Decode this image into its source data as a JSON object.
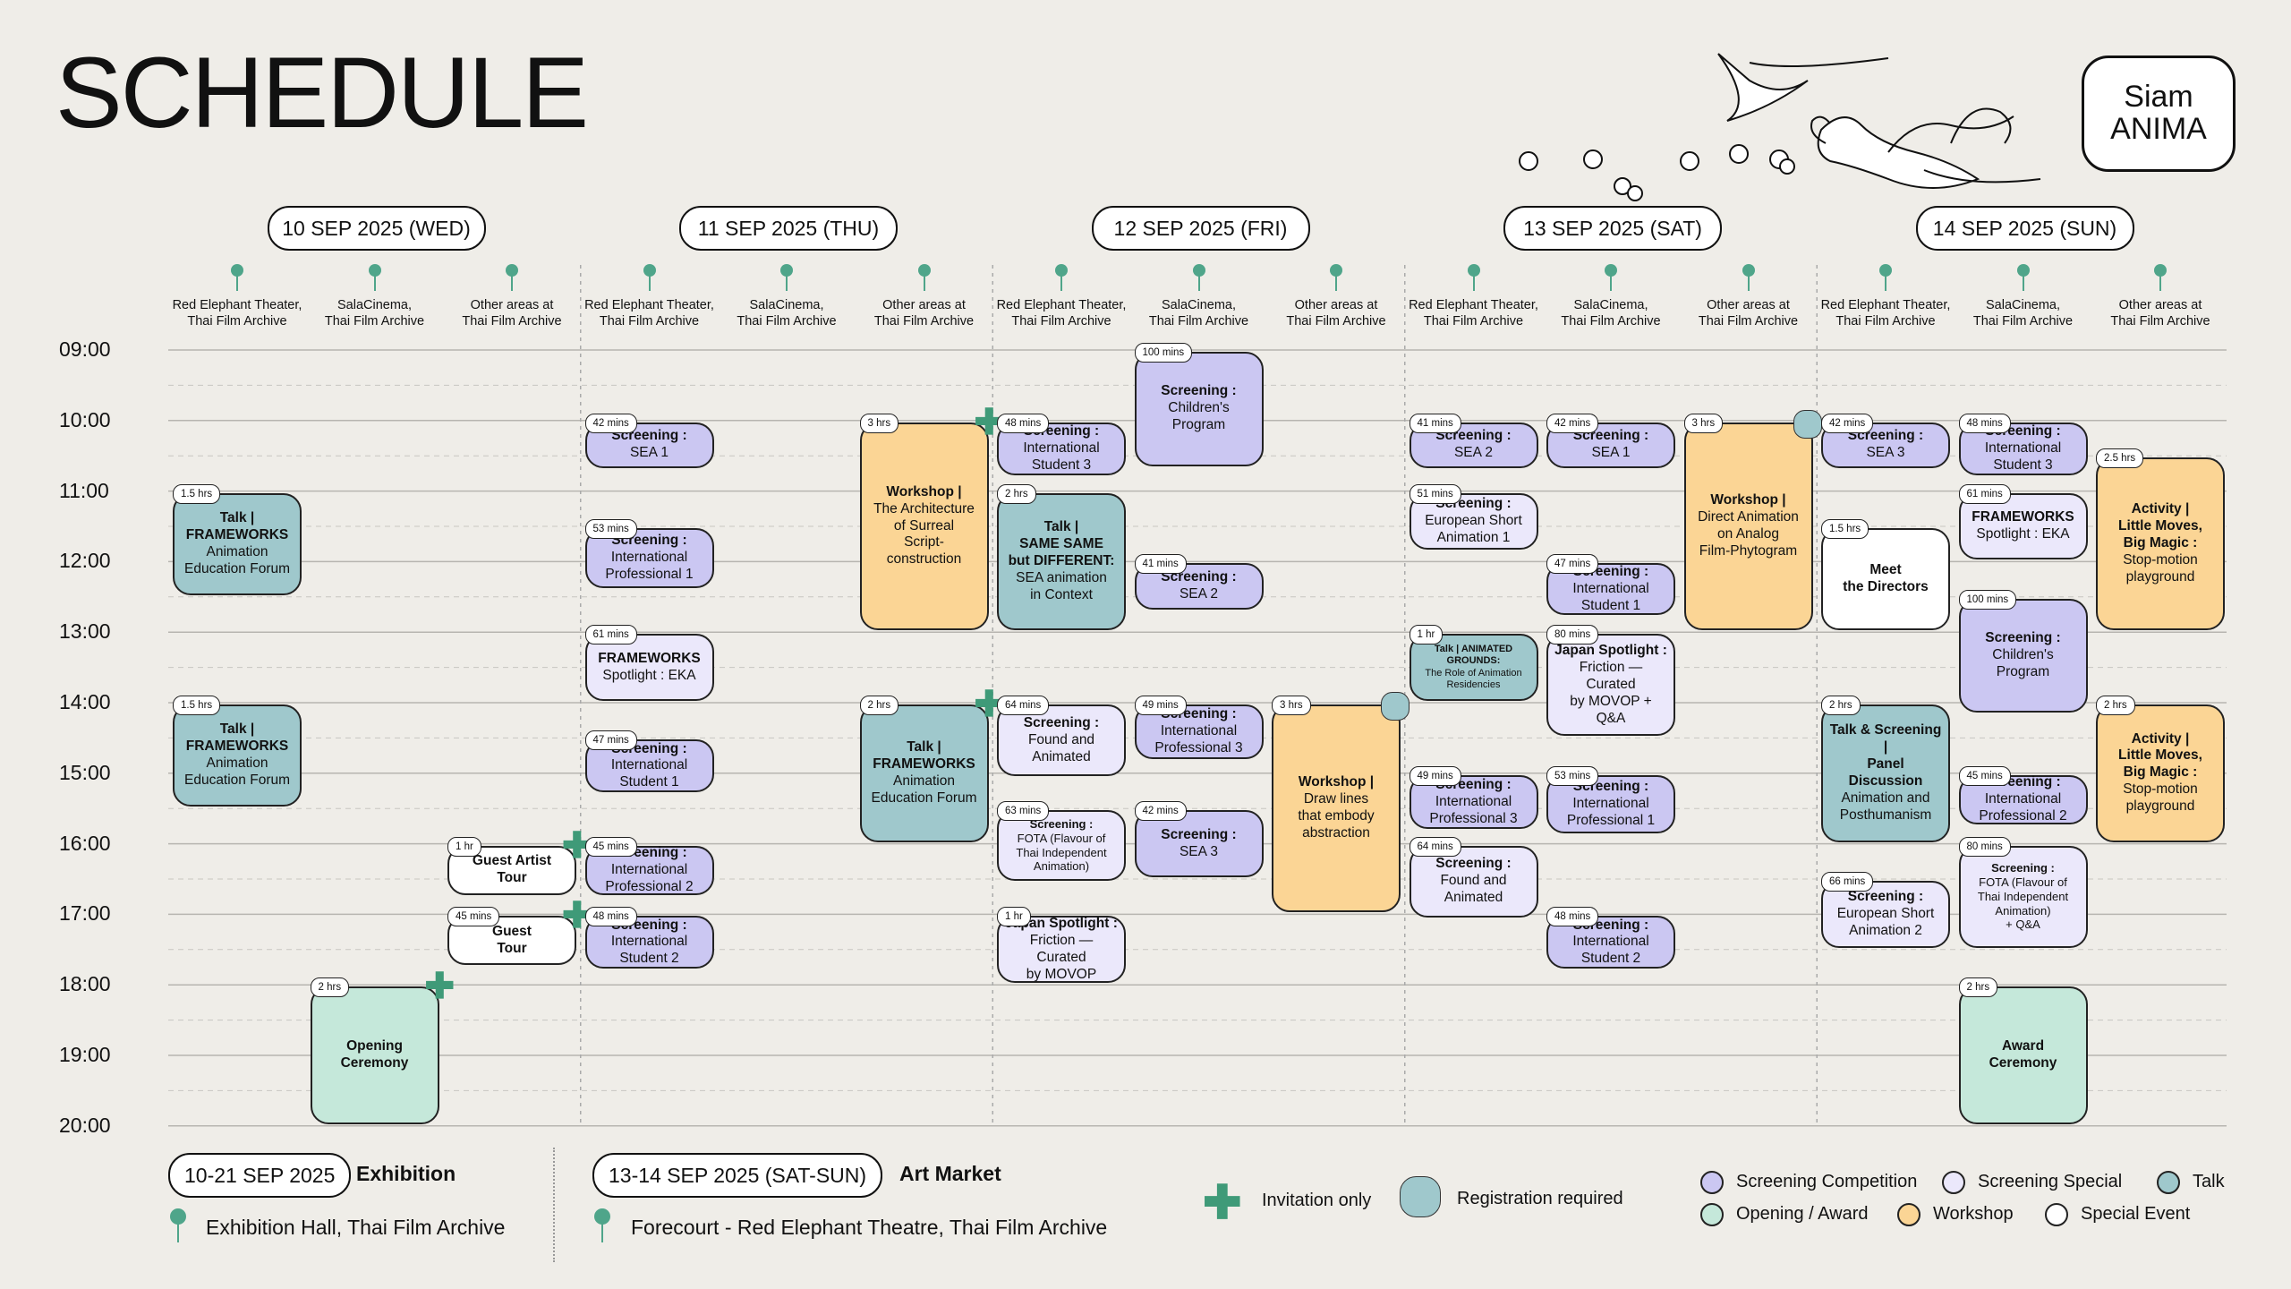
{
  "title": "SCHEDULE",
  "logo": {
    "line1": "Siam",
    "line2": "ANIMA"
  },
  "days": [
    {
      "label": "10 SEP 2025 (WED)"
    },
    {
      "label": "11 SEP 2025 (THU)"
    },
    {
      "label": "12 SEP 2025 (FRI)"
    },
    {
      "label": "13 SEP 2025 (SAT)"
    },
    {
      "label": "14 SEP 2025 (SUN)"
    }
  ],
  "venues": [
    {
      "line1": "Red Elephant Theater,",
      "line2": "Thai Film Archive"
    },
    {
      "line1": "SalaCinema,",
      "line2": "Thai Film Archive"
    },
    {
      "line1": "Other areas at",
      "line2": "Thai Film Archive"
    }
  ],
  "times": [
    "09:00",
    "10:00",
    "11:00",
    "12:00",
    "13:00",
    "14:00",
    "15:00",
    "16:00",
    "17:00",
    "18:00",
    "19:00",
    "20:00"
  ],
  "events": [
    {
      "id": "e1",
      "col": 0,
      "start": 11,
      "end": 12.5,
      "cat": "talk",
      "dur": "1.5 hrs",
      "title": "Talk |",
      "lines": [
        "FRAMEWORKS"
      ],
      "desc": [
        "Animation",
        "Education Forum"
      ],
      "bold2": true
    },
    {
      "id": "e2",
      "col": 0,
      "start": 14,
      "end": 15.5,
      "cat": "talk",
      "dur": "1.5 hrs",
      "title": "Talk |",
      "lines": [
        "FRAMEWORKS"
      ],
      "desc": [
        "Animation",
        "Education Forum"
      ],
      "bold2": true
    },
    {
      "id": "e3",
      "col": 1,
      "start": 18,
      "end": 20,
      "cat": "open",
      "dur": "2 hrs",
      "title": "Opening",
      "lines": [
        "Ceremony"
      ],
      "desc": [],
      "plus": true
    },
    {
      "id": "e4",
      "col": 2,
      "start": 16,
      "end": 16.75,
      "cat": "event",
      "dur": "1 hr",
      "title": "Guest Artist",
      "lines": [
        "Tour"
      ],
      "desc": [],
      "plus": true
    },
    {
      "id": "e5",
      "col": 2,
      "start": 17,
      "end": 17.75,
      "cat": "event",
      "dur": "45 mins",
      "title": "Guest",
      "lines": [
        "Tour"
      ],
      "desc": [],
      "plus": true
    },
    {
      "id": "e6",
      "col": 3,
      "start": 10,
      "end": 10.7,
      "cat": "comp",
      "dur": "42 mins",
      "title": "Screening :",
      "lines": [],
      "desc": [
        "SEA 1"
      ]
    },
    {
      "id": "e7",
      "col": 3,
      "start": 11.5,
      "end": 12.4,
      "cat": "comp",
      "dur": "53 mins",
      "title": "Screening :",
      "lines": [],
      "desc": [
        "International",
        "Professional 1"
      ]
    },
    {
      "id": "e8",
      "col": 3,
      "start": 13,
      "end": 14,
      "cat": "spec",
      "dur": "61 mins",
      "title": "FRAMEWORKS",
      "lines": [],
      "desc": [
        "Spotlight : EKA"
      ],
      "mixed": "Spotlight :"
    },
    {
      "id": "e9",
      "col": 3,
      "start": 14.5,
      "end": 15.3,
      "cat": "comp",
      "dur": "47 mins",
      "title": "Screening :",
      "lines": [],
      "desc": [
        "International",
        "Student 1"
      ]
    },
    {
      "id": "e10",
      "col": 3,
      "start": 16,
      "end": 16.75,
      "cat": "comp",
      "dur": "45 mins",
      "title": "Screening :",
      "lines": [],
      "desc": [
        "International",
        "Professional 2"
      ]
    },
    {
      "id": "e11",
      "col": 3,
      "start": 17,
      "end": 17.8,
      "cat": "comp",
      "dur": "48 mins",
      "title": "Screening :",
      "lines": [],
      "desc": [
        "International",
        "Student 2"
      ]
    },
    {
      "id": "e12",
      "col": 5,
      "start": 10,
      "end": 13,
      "cat": "work",
      "dur": "3 hrs",
      "title": "Workshop |",
      "lines": [],
      "desc": [
        "The Architecture",
        "of Surreal",
        "Script-",
        "construction"
      ],
      "plus": true
    },
    {
      "id": "e13",
      "col": 5,
      "start": 14,
      "end": 16,
      "cat": "talk",
      "dur": "2 hrs",
      "title": "Talk |",
      "lines": [
        "FRAMEWORKS"
      ],
      "desc": [
        "Animation",
        "Education Forum"
      ],
      "bold2": true,
      "plus": true
    },
    {
      "id": "e14",
      "col": 6,
      "start": 10,
      "end": 10.8,
      "cat": "comp",
      "dur": "48 mins",
      "title": "Screening :",
      "lines": [],
      "desc": [
        "International",
        "Student 3"
      ]
    },
    {
      "id": "e15",
      "col": 6,
      "start": 11,
      "end": 13,
      "cat": "talk",
      "dur": "2 hrs",
      "title": "Talk |",
      "lines": [
        "SAME SAME",
        "but DIFFERENT:"
      ],
      "desc": [
        "SEA animation",
        "in Context"
      ],
      "bold2": true
    },
    {
      "id": "e16",
      "col": 6,
      "start": 14,
      "end": 15.07,
      "cat": "spec",
      "dur": "64 mins",
      "title": "Screening :",
      "lines": [],
      "desc": [
        "Found and",
        "Animated"
      ]
    },
    {
      "id": "e17",
      "col": 6,
      "start": 15.5,
      "end": 16.55,
      "cat": "spec",
      "dur": "63 mins",
      "title": "Screening :",
      "lines": [],
      "desc": [
        "FOTA (Flavour of",
        "Thai Independent",
        "Animation)"
      ],
      "small": true
    },
    {
      "id": "e18",
      "col": 6,
      "start": 17,
      "end": 18,
      "cat": "spec",
      "dur": "1 hr",
      "title": "Japan Spotlight :",
      "lines": [],
      "desc": [
        "Friction — Curated",
        "by MOVOP"
      ]
    },
    {
      "id": "e19",
      "col": 7,
      "start": 9,
      "end": 10.67,
      "cat": "comp",
      "dur": "100 mins",
      "title": "Screening :",
      "lines": [],
      "desc": [
        "Children's",
        "Program"
      ]
    },
    {
      "id": "e20",
      "col": 7,
      "start": 12,
      "end": 12.7,
      "cat": "comp",
      "dur": "41 mins",
      "title": "Screening :",
      "lines": [],
      "desc": [
        "SEA 2"
      ]
    },
    {
      "id": "e21",
      "col": 7,
      "start": 14,
      "end": 14.82,
      "cat": "comp",
      "dur": "49 mins",
      "title": "Screening :",
      "lines": [],
      "desc": [
        "International",
        "Professional 3"
      ]
    },
    {
      "id": "e22",
      "col": 7,
      "start": 15.5,
      "end": 16.5,
      "cat": "comp",
      "dur": "42 mins",
      "title": "Screening :",
      "lines": [],
      "desc": [
        "SEA 3"
      ]
    },
    {
      "id": "e23",
      "col": 8,
      "start": 14,
      "end": 17,
      "cat": "work",
      "dur": "3 hrs",
      "title": "Workshop |",
      "lines": [],
      "desc": [
        "Draw lines",
        "that embody",
        "abstraction"
      ],
      "reg": true
    },
    {
      "id": "e24",
      "col": 9,
      "start": 10,
      "end": 10.7,
      "cat": "comp",
      "dur": "41 mins",
      "title": "Screening :",
      "lines": [],
      "desc": [
        "SEA 2"
      ]
    },
    {
      "id": "e25",
      "col": 9,
      "start": 11,
      "end": 11.85,
      "cat": "spec",
      "dur": "51 mins",
      "title": "Screening :",
      "lines": [],
      "desc": [
        "European Short",
        "Animation 1"
      ]
    },
    {
      "id": "e26",
      "col": 9,
      "start": 13,
      "end": 14,
      "cat": "talk",
      "dur": "1 hr",
      "title": "Talk | ANIMATED GROUNDS:",
      "lines": [],
      "desc": [
        "The Role of Animation",
        "Residencies"
      ],
      "tiny": true
    },
    {
      "id": "e27",
      "col": 9,
      "start": 15,
      "end": 15.82,
      "cat": "comp",
      "dur": "49 mins",
      "title": "Screening :",
      "lines": [],
      "desc": [
        "International",
        "Professional 3"
      ]
    },
    {
      "id": "e28",
      "col": 9,
      "start": 16,
      "end": 17.07,
      "cat": "spec",
      "dur": "64 mins",
      "title": "Screening :",
      "lines": [],
      "desc": [
        "Found and",
        "Animated"
      ]
    },
    {
      "id": "e29",
      "col": 10,
      "start": 10,
      "end": 10.7,
      "cat": "comp",
      "dur": "42 mins",
      "title": "Screening :",
      "lines": [],
      "desc": [
        "SEA 1"
      ]
    },
    {
      "id": "e30",
      "col": 10,
      "start": 12,
      "end": 12.78,
      "cat": "comp",
      "dur": "47 mins",
      "title": "Screening :",
      "lines": [],
      "desc": [
        "International",
        "Student 1"
      ]
    },
    {
      "id": "e31",
      "col": 10,
      "start": 13,
      "end": 14.5,
      "cat": "spec",
      "dur": "80 mins",
      "title": "Japan Spotlight :",
      "lines": [],
      "desc": [
        "Friction — Curated",
        "by MOVOP + Q&A"
      ]
    },
    {
      "id": "e32",
      "col": 10,
      "start": 15,
      "end": 15.88,
      "cat": "comp",
      "dur": "53 mins",
      "title": "Screening :",
      "lines": [],
      "desc": [
        "International",
        "Professional 1"
      ]
    },
    {
      "id": "e33",
      "col": 10,
      "start": 17,
      "end": 17.8,
      "cat": "comp",
      "dur": "48 mins",
      "title": "Screening :",
      "lines": [],
      "desc": [
        "International",
        "Student 2"
      ]
    },
    {
      "id": "e34",
      "col": 11,
      "start": 10,
      "end": 13,
      "cat": "work",
      "dur": "3 hrs",
      "title": "Workshop |",
      "lines": [],
      "desc": [
        "Direct Animation",
        "on Analog",
        "Film-Phytogram"
      ],
      "reg": true
    },
    {
      "id": "e35",
      "col": 12,
      "start": 10,
      "end": 10.7,
      "cat": "comp",
      "dur": "42 mins",
      "title": "Screening :",
      "lines": [],
      "desc": [
        "SEA 3"
      ]
    },
    {
      "id": "e36",
      "col": 12,
      "start": 11.5,
      "end": 13,
      "cat": "event",
      "dur": "1.5 hrs",
      "title": "Meet",
      "lines": [
        "the Directors"
      ],
      "desc": []
    },
    {
      "id": "e37",
      "col": 12,
      "start": 14,
      "end": 16,
      "cat": "talk",
      "dur": "2 hrs",
      "title": "Talk & Screening |",
      "lines": [
        "Panel Discussion"
      ],
      "desc": [
        "Animation and",
        "Posthumanism"
      ]
    },
    {
      "id": "e38",
      "col": 12,
      "start": 16.5,
      "end": 17.5,
      "cat": "spec",
      "dur": "66 mins",
      "title": "Screening :",
      "lines": [],
      "desc": [
        "European Short",
        "Animation 2"
      ]
    },
    {
      "id": "e39",
      "col": 13,
      "start": 10,
      "end": 10.8,
      "cat": "comp",
      "dur": "48 mins",
      "title": "Screening :",
      "lines": [],
      "desc": [
        "International",
        "Student 3"
      ]
    },
    {
      "id": "e40",
      "col": 13,
      "start": 11,
      "end": 12,
      "cat": "spec",
      "dur": "61 mins",
      "title": "FRAMEWORKS",
      "lines": [],
      "desc": [
        "Spotlight : EKA"
      ]
    },
    {
      "id": "e41",
      "col": 13,
      "start": 12.5,
      "end": 14.17,
      "cat": "comp",
      "dur": "100 mins",
      "title": "Screening :",
      "lines": [],
      "desc": [
        "Children's",
        "Program"
      ]
    },
    {
      "id": "e42",
      "col": 13,
      "start": 15,
      "end": 15.75,
      "cat": "comp",
      "dur": "45 mins",
      "title": "Screening :",
      "lines": [],
      "desc": [
        "International",
        "Professional 2"
      ]
    },
    {
      "id": "e43",
      "col": 13,
      "start": 16,
      "end": 17.5,
      "cat": "spec",
      "dur": "80 mins",
      "title": "Screening :",
      "lines": [],
      "desc": [
        "FOTA (Flavour of",
        "Thai Independent",
        "Animation)",
        "+ Q&A"
      ],
      "small": true
    },
    {
      "id": "e44",
      "col": 13,
      "start": 18,
      "end": 20,
      "cat": "open",
      "dur": "2 hrs",
      "title": "Award",
      "lines": [
        "Ceremony"
      ],
      "desc": []
    },
    {
      "id": "e45",
      "col": 14,
      "start": 10.5,
      "end": 13,
      "cat": "work",
      "dur": "2.5 hrs",
      "title": "Activity |",
      "lines": [
        "Little Moves,",
        "Big Magic :"
      ],
      "desc": [
        "Stop-motion",
        "playground"
      ]
    },
    {
      "id": "e46",
      "col": 14,
      "start": 14,
      "end": 16,
      "cat": "work",
      "dur": "2 hrs",
      "title": "Activity |",
      "lines": [
        "Little Moves,",
        "Big Magic :"
      ],
      "desc": [
        "Stop-motion",
        "playground"
      ]
    }
  ],
  "footer": {
    "exhibition_date": "10-21 SEP 2025",
    "exhibition_label": "Exhibition",
    "exhibition_place": "Exhibition Hall, Thai Film Archive",
    "market_date": "13-14 SEP 2025 (SAT-SUN)",
    "market_label": "Art Market",
    "market_place": "Forecourt - Red Elephant Theatre, Thai Film Archive",
    "invitation": "Invitation only",
    "registration": "Registration required"
  },
  "legend": [
    {
      "label": "Screening Competition",
      "color": "#cbc7f2"
    },
    {
      "label": "Screening Special",
      "color": "#ebe8fb"
    },
    {
      "label": "Talk",
      "color": "#9fc8cc"
    },
    {
      "label": "Opening / Award",
      "color": "#c5e8da"
    },
    {
      "label": "Workshop",
      "color": "#fbd595"
    },
    {
      "label": "Special Event",
      "color": "#ffffff"
    }
  ],
  "colors": {
    "pin": "#4fa58a",
    "background": "#efede8"
  }
}
